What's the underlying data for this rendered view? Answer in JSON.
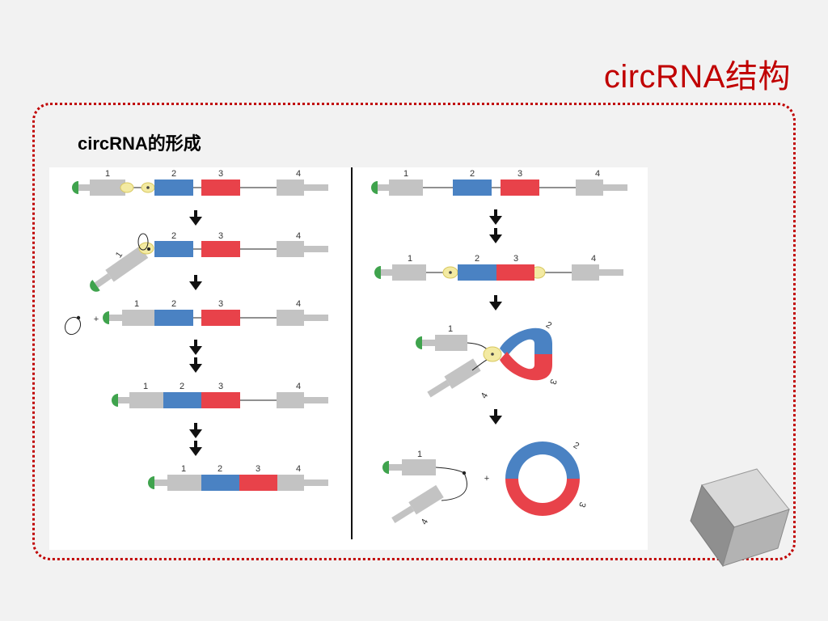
{
  "slide": {
    "title": "circRNA结构",
    "subtitle": "circRNA的形成"
  },
  "figure": {
    "exon_labels": [
      "1",
      "2",
      "3",
      "4"
    ],
    "plus_sign": "+"
  },
  "colors": {
    "accent": "#c00000",
    "exon_gray": "#c3c3c3",
    "exon_blue": "#4a82c3",
    "exon_red": "#e8424a",
    "cap_green": "#3fa34d",
    "splice_yellow": "#f3eaa2"
  },
  "icons": [
    "arrow-down-icon",
    "cube-icon"
  ]
}
